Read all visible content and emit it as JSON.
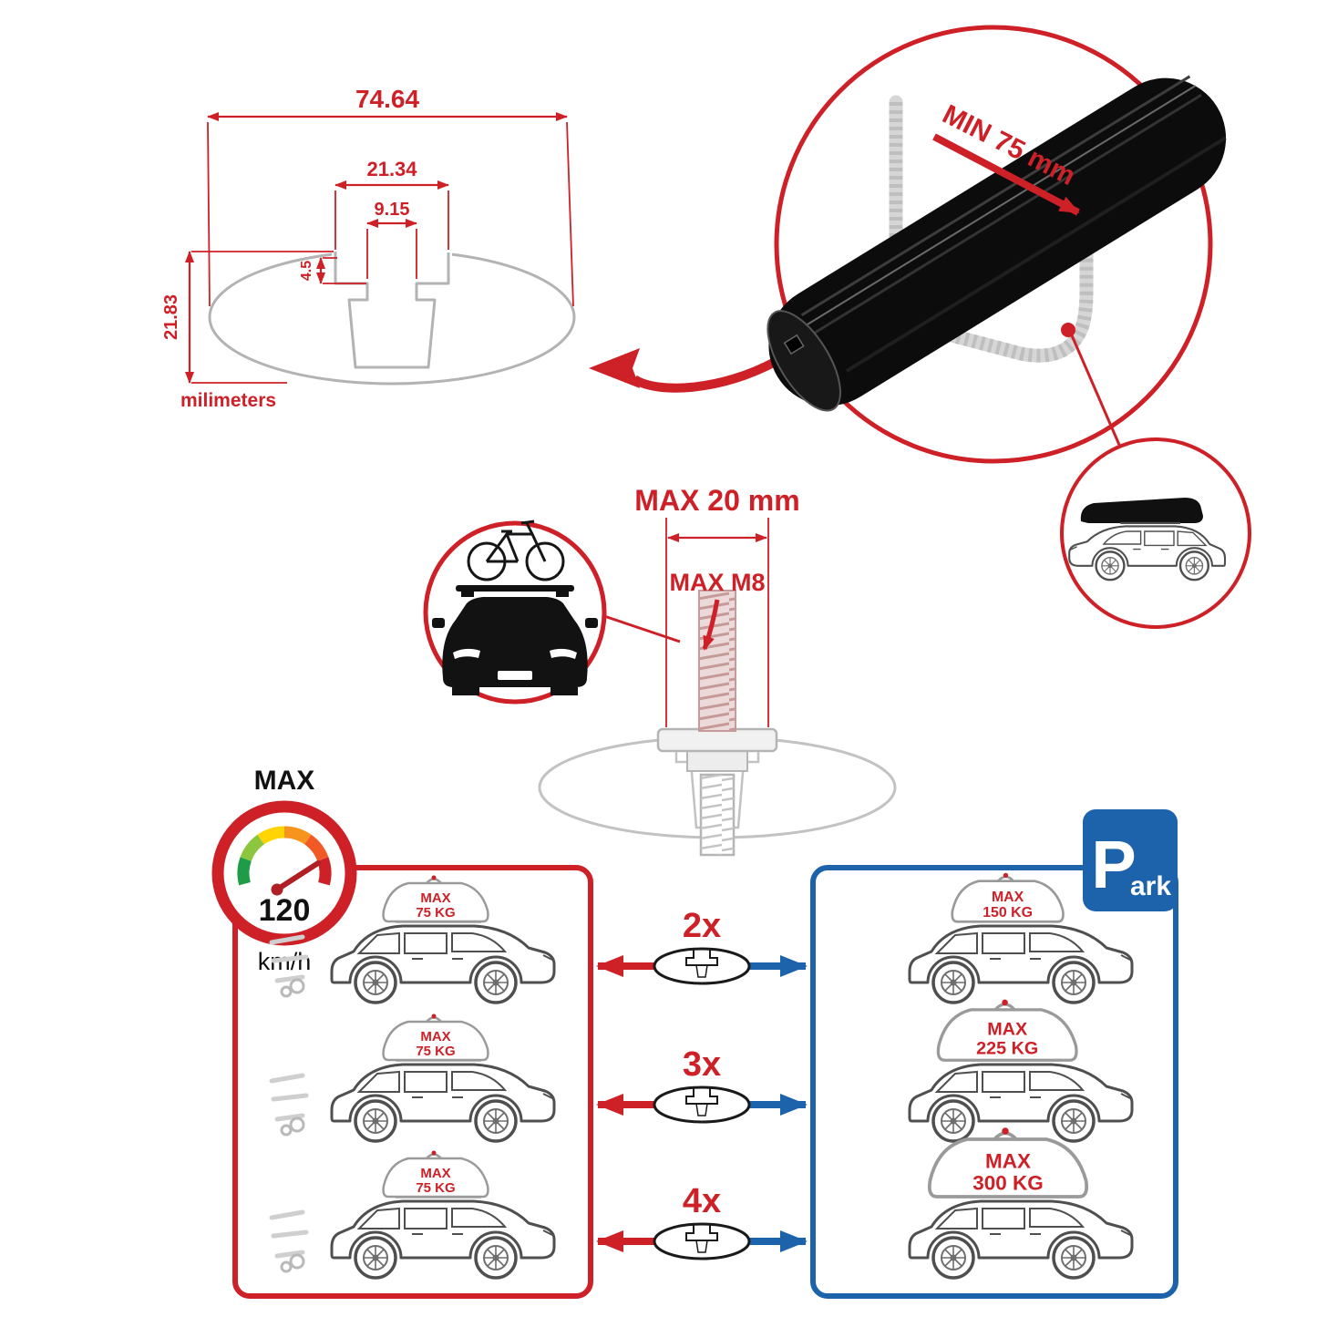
{
  "colors": {
    "red": "#CE2027",
    "blue": "#1C63AB",
    "black": "#111111",
    "gray": "#B5B5B5"
  },
  "cross_section": {
    "width_total": "74.64",
    "width_channel": "21.34",
    "width_slot": "9.15",
    "depth_step": "4.5",
    "height_total": "21.83",
    "units_label": "milimeters"
  },
  "bar_detail": {
    "clearance_label": "MIN 75 mm"
  },
  "bolt": {
    "length_label": "MAX 20 mm",
    "thread_label": "MAX M8"
  },
  "speed": {
    "heading": "MAX",
    "value": "120",
    "unit": "km/h"
  },
  "park_sign": {
    "letter": "P",
    "suffix": "ark"
  },
  "compat_rows": [
    {
      "multiplier": "2x",
      "driving": {
        "max": "MAX",
        "weight": "75 KG"
      },
      "parked": {
        "max": "MAX",
        "weight": "150 KG"
      }
    },
    {
      "multiplier": "3x",
      "driving": {
        "max": "MAX",
        "weight": "75 KG"
      },
      "parked": {
        "max": "MAX",
        "weight": "225 KG"
      }
    },
    {
      "multiplier": "4x",
      "driving": {
        "max": "MAX",
        "weight": "75 KG"
      },
      "parked": {
        "max": "MAX",
        "weight": "300 KG"
      }
    }
  ],
  "icons": {
    "speedometer": "speed-gauge",
    "park": "parking-P-sign",
    "zoom_circle": "magnified-crossbar-detail",
    "car_front_bike": "car-front-with-bike",
    "suv_roofbox": "suv-with-roofbox",
    "crossbar_profile": "crossbar-cross-section"
  }
}
